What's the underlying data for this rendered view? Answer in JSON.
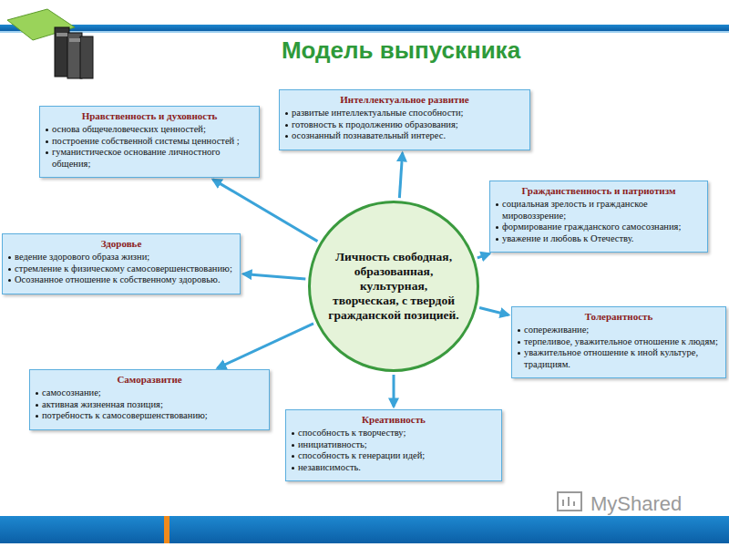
{
  "diagram": {
    "title": "Модель выпускника",
    "nodes": [
      {
        "text": [
          "Нравственность и духовность",
          "основа общечеловеческих ценностей;",
          "построение собственной системы ценностей ;",
          "гуманистическое основание личностного общения;"
        ]
      },
      {
        "text": [
          "Интеллектуальное развитие",
          "развитые интеллектуальные способности;",
          "готовность к продолжению образования;",
          "осознанный познавательный интерес."
        ]
      },
      {
        "text": [
          "Гражданственность и патриотизм",
          "социальная зрелость и гражданское мировоззрение;",
          "формирование гражданского самосознания;",
          "уважение и любовь к Отечеству."
        ]
      },
      {
        "text": [
          "Здоровье",
          "ведение здорового образа жизни;",
          "стремление к физическому самосовершенствованию;",
          "Осознанное отношение к собственному здоровью."
        ]
      },
      {
        "text": [
          "Личность свободная, образованная, культурная, творческая, с твердой гражданской позицией."
        ]
      },
      {
        "text": [
          "Толерантность",
          "сопереживание;",
          "терпеливое, уважительное отношение к людям;",
          "уважительное отношение к иной культуре, традициям."
        ]
      },
      {
        "text": [
          "Саморазвитие",
          "самосознание;",
          "активная жизненная позиция;",
          "потребность к самосовершенствованию;"
        ]
      },
      {
        "text": [
          "Креативность",
          "способность к творчеству;",
          "инициативность;",
          "способность к генерации идей;",
          "независимость."
        ]
      }
    ],
    "edges": [
      {
        "from": 4,
        "to": 0,
        "arrow": "to"
      },
      {
        "from": 4,
        "to": 1,
        "arrow": "to"
      },
      {
        "from": 4,
        "to": 2,
        "arrow": "to"
      },
      {
        "from": 4,
        "to": 3,
        "arrow": "to"
      },
      {
        "from": 4,
        "to": 5,
        "arrow": "to"
      },
      {
        "from": 4,
        "to": 6,
        "arrow": "to"
      },
      {
        "from": 4,
        "to": 7,
        "arrow": "to"
      }
    ],
    "labels": [
      "MyShared"
    ]
  }
}
